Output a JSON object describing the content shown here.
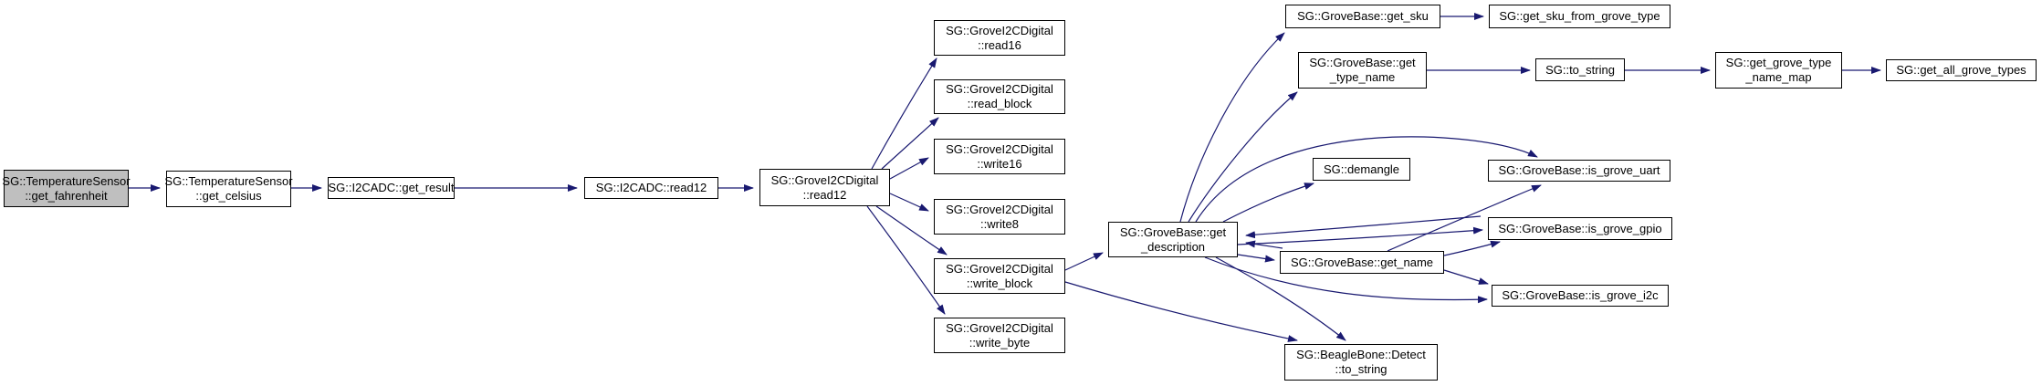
{
  "diagram": {
    "kind": "call-graph",
    "colors": {
      "background": "#ffffff",
      "edge": "#191970",
      "node_border": "#000000",
      "node_fill": "#ffffff",
      "highlight_fill": "#bfbfbf",
      "text": "#000000"
    },
    "nodes": {
      "get_fahrenheit": {
        "line1": "SG::TemperatureSensor",
        "line2": "::get_fahrenheit"
      },
      "get_celsius": {
        "line1": "SG::TemperatureSensor",
        "line2": "::get_celsius"
      },
      "i2cadc_get_result": {
        "line1": "SG::I2CADC::get_result"
      },
      "i2cadc_read12": {
        "line1": "SG::I2CADC::read12"
      },
      "grove_read12": {
        "line1": "SG::GroveI2CDigital",
        "line2": "::read12"
      },
      "grove_read16": {
        "line1": "SG::GroveI2CDigital",
        "line2": "::read16"
      },
      "grove_read_block": {
        "line1": "SG::GroveI2CDigital",
        "line2": "::read_block"
      },
      "grove_write16": {
        "line1": "SG::GroveI2CDigital",
        "line2": "::write16"
      },
      "grove_write8": {
        "line1": "SG::GroveI2CDigital",
        "line2": "::write8"
      },
      "grove_write_block": {
        "line1": "SG::GroveI2CDigital",
        "line2": "::write_block"
      },
      "grove_write_byte": {
        "line1": "SG::GroveI2CDigital",
        "line2": "::write_byte"
      },
      "get_description": {
        "line1": "SG::GroveBase::get",
        "line2": "_description"
      },
      "get_name": {
        "line1": "SG::GroveBase::get_name"
      },
      "demangle": {
        "line1": "SG::demangle"
      },
      "is_grove_uart": {
        "line1": "SG::GroveBase::is_grove_uart"
      },
      "is_grove_gpio": {
        "line1": "SG::GroveBase::is_grove_gpio"
      },
      "is_grove_i2c": {
        "line1": "SG::GroveBase::is_grove_i2c"
      },
      "bb_detect_to_string": {
        "line1": "SG::BeagleBone::Detect",
        "line2": "::to_string"
      },
      "get_sku": {
        "line1": "SG::GroveBase::get_sku"
      },
      "get_sku_from_grove_type": {
        "line1": "SG::get_sku_from_grove_type"
      },
      "get_type_name": {
        "line1": "SG::GroveBase::get",
        "line2": "_type_name"
      },
      "to_string": {
        "line1": "SG::to_string"
      },
      "get_grove_type_name_map": {
        "line1": "SG::get_grove_type",
        "line2": "_name_map"
      },
      "get_all_grove_types": {
        "line1": "SG::get_all_grove_types"
      }
    }
  }
}
